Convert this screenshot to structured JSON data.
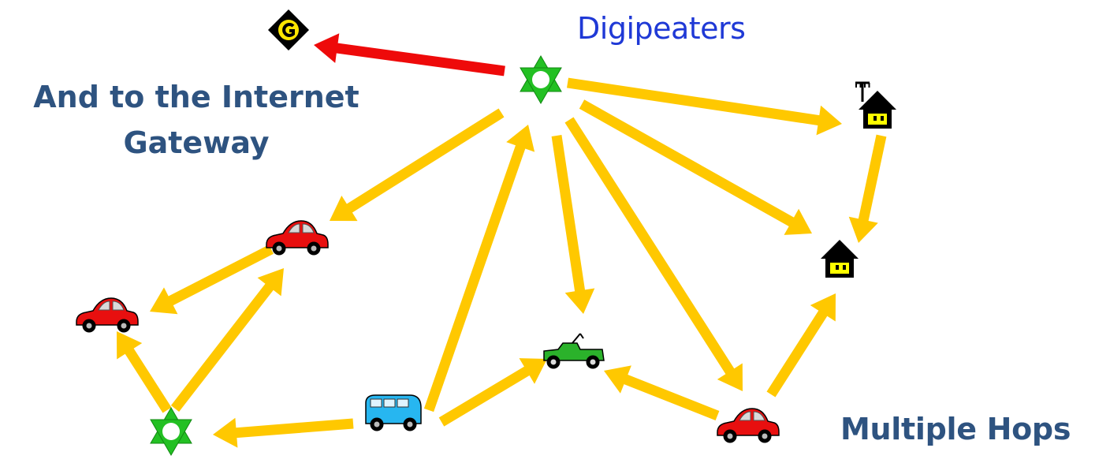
{
  "labels": {
    "digipeaters": "Digipeaters",
    "gateway": "And to the Internet Gateway",
    "multiple_hops": "Multiple Hops"
  },
  "colors": {
    "path": "#ffc800",
    "gateway_path": "#ee0a0a",
    "digipeater": "#23c023",
    "car_body": "#e80f0f",
    "van_body": "#27b6f0",
    "jeep_body": "#2bb22b",
    "house_window": "#ffff00",
    "gateway_glyph": "#ffe600",
    "digipeaters_label": "#1f39d6",
    "titles": "#2e5380"
  },
  "nodes": [
    {
      "id": "gateway",
      "icon": "gateway-diamond-icon"
    },
    {
      "id": "digi-main",
      "icon": "digipeater-star-icon"
    },
    {
      "id": "digi-low",
      "icon": "digipeater-star-icon"
    },
    {
      "id": "house-antenna",
      "icon": "house-with-antenna-icon"
    },
    {
      "id": "house",
      "icon": "house-icon"
    },
    {
      "id": "car-center",
      "icon": "red-car-icon"
    },
    {
      "id": "car-left",
      "icon": "red-car-icon"
    },
    {
      "id": "car-right",
      "icon": "red-car-icon"
    },
    {
      "id": "van",
      "icon": "blue-van-icon"
    },
    {
      "id": "jeep",
      "icon": "green-jeep-icon"
    }
  ],
  "links": [
    {
      "from": "digi-main",
      "to": "gateway",
      "kind": "gateway"
    },
    {
      "from": "digi-main",
      "to": "house-antenna",
      "kind": "path"
    },
    {
      "from": "house-antenna",
      "to": "house",
      "kind": "path"
    },
    {
      "from": "digi-main",
      "to": "house",
      "kind": "path"
    },
    {
      "from": "digi-main",
      "to": "car-center",
      "kind": "path"
    },
    {
      "from": "digi-main",
      "to": "jeep",
      "kind": "path"
    },
    {
      "from": "digi-main",
      "to": "car-right",
      "kind": "path"
    },
    {
      "from": "van",
      "to": "digi-main",
      "kind": "path"
    },
    {
      "from": "van",
      "to": "jeep",
      "kind": "path"
    },
    {
      "from": "van",
      "to": "digi-low",
      "kind": "path"
    },
    {
      "from": "car-right",
      "to": "jeep",
      "kind": "path"
    },
    {
      "from": "car-right",
      "to": "house",
      "kind": "path"
    },
    {
      "from": "car-center",
      "to": "car-left",
      "kind": "path"
    },
    {
      "from": "digi-low",
      "to": "car-left",
      "kind": "path"
    },
    {
      "from": "digi-low",
      "to": "car-center",
      "kind": "path"
    }
  ]
}
